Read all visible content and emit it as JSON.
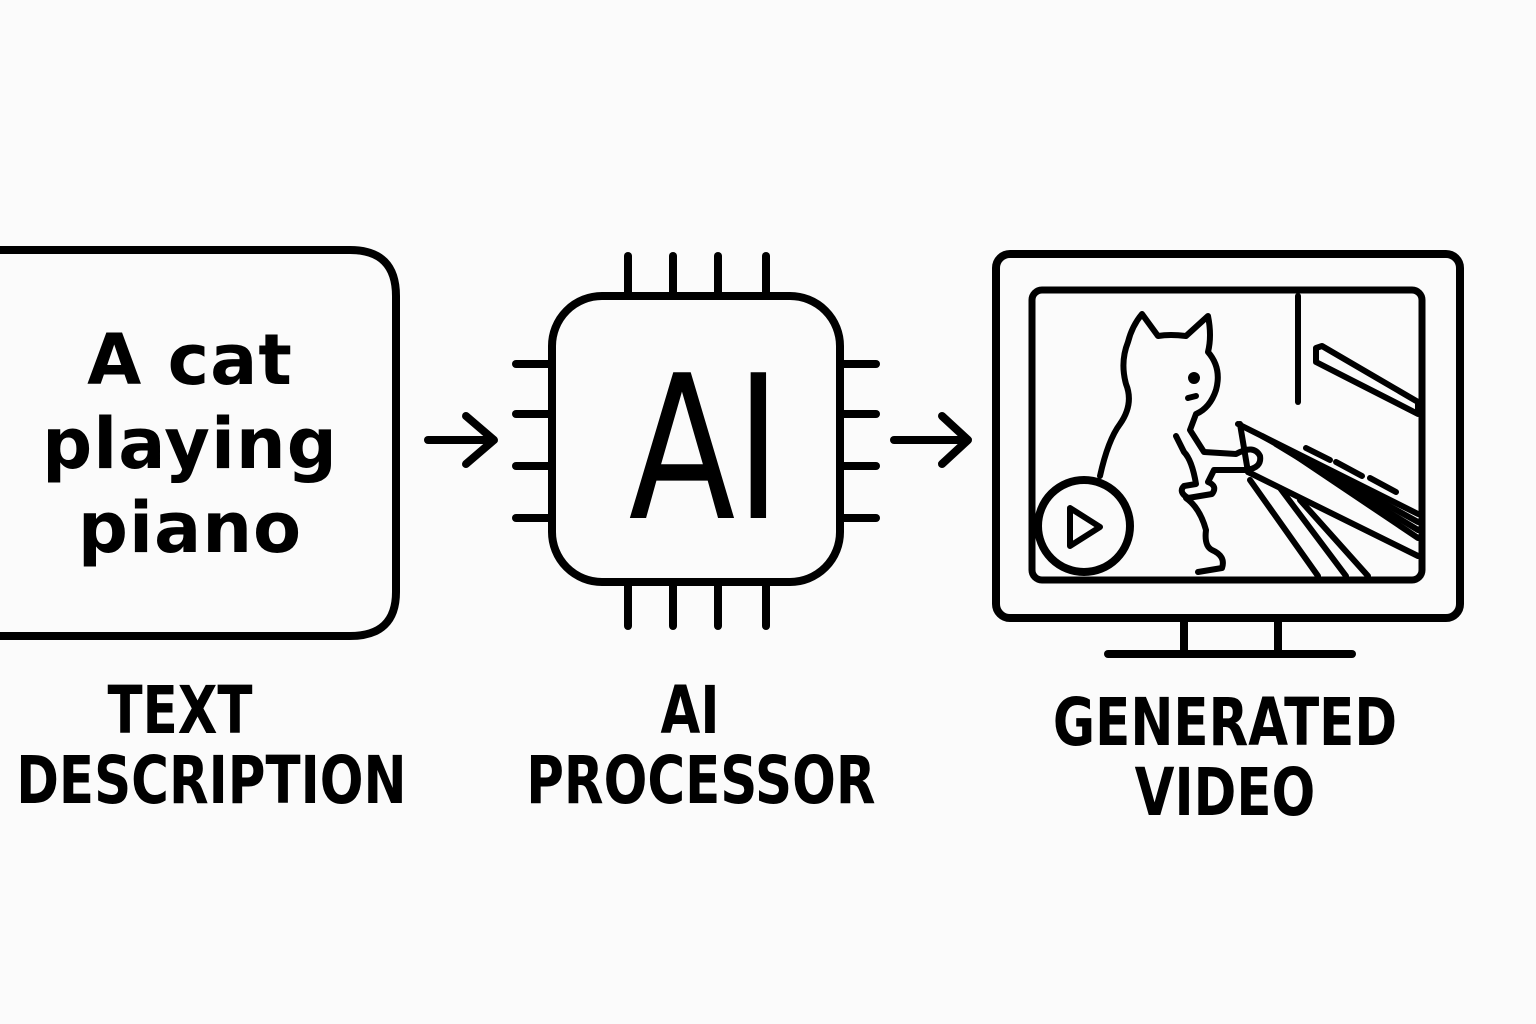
{
  "diagram": {
    "input_box": {
      "text": "A cat\nplaying\npiano"
    },
    "processor": {
      "chip_text": "AI"
    },
    "labels": {
      "text_description": "TEXT\nDESCRIPTION",
      "ai_processor": "AI\nPROCESSOR",
      "generated_video": "GENERATED\nVIDEO"
    },
    "icons": {
      "chip": "cpu-chip-icon",
      "monitor": "monitor-icon",
      "play": "play-icon",
      "cat": "cat-illustration"
    },
    "colors": {
      "stroke": "#000000",
      "background": "#fbfbfb"
    }
  }
}
